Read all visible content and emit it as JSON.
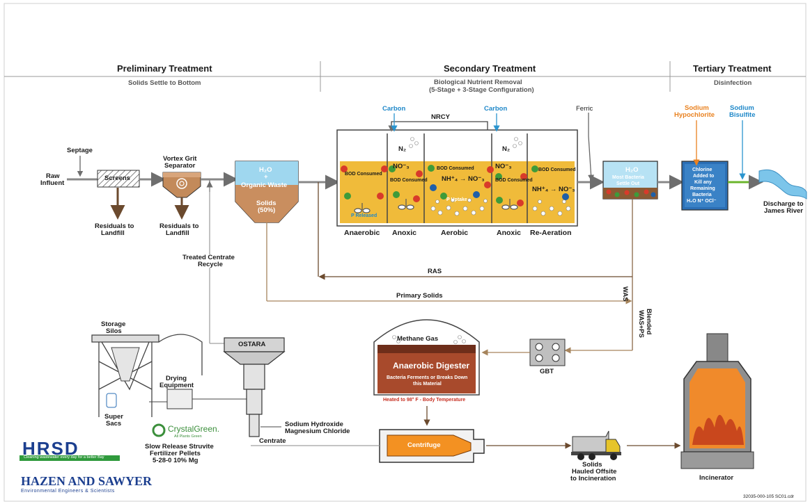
{
  "sections": {
    "preliminary": {
      "title": "Preliminary Treatment",
      "subtitle": "Solids Settle to Bottom"
    },
    "secondary": {
      "title": "Secondary Treatment",
      "subtitle_l1": "Biological Nutrient Removal",
      "subtitle_l2": "(5-Stage + 3-Stage Configuration)"
    },
    "tertiary": {
      "title": "Tertiary Treatment",
      "subtitle": "Disinfection"
    }
  },
  "labels": {
    "septage": "Septage",
    "raw_l1": "Raw",
    "raw_l2": "Influent",
    "screens": "Screens",
    "vortex_l1": "Vortex Grit",
    "vortex_l2": "Separator",
    "resid1_l1": "Residuals to",
    "resid1_l2": "Landfill",
    "resid2_l1": "Residuals to",
    "resid2_l2": "Landfill",
    "h2o": "H₂O",
    "plus": "+",
    "organic": "Organic Waste",
    "solids": "Solids",
    "solids_pct": "(50%)",
    "treated_l1": "Treated Centrate",
    "treated_l2": "Recycle",
    "carbon1": "Carbon",
    "carbon2": "Carbon",
    "nrcy": "NRCY",
    "ferric": "Ferric",
    "zone1": "Anaerobic",
    "zone2": "Anoxic",
    "zone3": "Aerobic",
    "zone4": "Anoxic",
    "zone5": "Re-Aeration",
    "bod_consumed": "BOD Consumed",
    "nh4_no3": "NH⁺₄ → NO⁻₃",
    "no3": "NO⁻₃",
    "n2": "N₂",
    "p_released": "P Released",
    "p_uptake": "P Uptake",
    "clar_h2o": "H₂O",
    "clar_l1": "Most Bacteria",
    "clar_l2": "Settle Out",
    "hypo_l1": "Sodium",
    "hypo_l2": "Hypochlorite",
    "bisulf_l1": "Sodium",
    "bisulf_l2": "Bisulfite",
    "chlor_l1": "Chlorine",
    "chlor_l2": "Added to",
    "chlor_l3": "Kill any",
    "chlor_l4": "Remaining",
    "chlor_l5": "Bacteria",
    "chlor_l6": "H₂O  N⁺ OCl⁻",
    "discharge_l1": "Discharge to",
    "discharge_l2": "James River",
    "ras": "RAS",
    "primary_solids": "Primary Solids",
    "was": "WAS",
    "blended_l1": "Blended",
    "blended_l2": "WAS+PS",
    "storage_l1": "Storage",
    "storage_l2": "Silos",
    "drying_l1": "Drying",
    "drying_l2": "Equipment",
    "super_l1": "Super",
    "super_l2": "Sacs",
    "ostara": "OSTARA",
    "methane": "Methane Gas",
    "digester": "Anaerobic Digester",
    "dig_sub_l1": "Bacteria Ferments or Breaks Down",
    "dig_sub_l2": "this Material",
    "heated": "Heated to 98° F - Body Temperature",
    "gbt": "GBT",
    "naoh": "Sodium Hydroxide",
    "mgcl": "Magnesium Chloride",
    "centrate": "Centrate",
    "centrifuge": "Centrifuge",
    "hauled_l1": "Solids",
    "hauled_l2": "Hauled Offsite",
    "hauled_l3": "to Incineration",
    "incinerator": "Incinerator",
    "crystal": "CrystalGreen.",
    "crystal_tag": "All Plants Green",
    "slow_l1": "Slow Release Struvite",
    "slow_l2": "Fertilizer Pellets",
    "slow_l3": "5-28-0 10% Mg",
    "hrsd": "HRSD",
    "hrsd_tag": "Cleaning wastewater every day for a better Bay",
    "hazen": "HAZEN AND SAWYER",
    "hazen_tag": "Environmental Engineers & Scientists",
    "file_code": "32035-000-105 SC01.cdr"
  },
  "colors": {
    "line": "#7a7a7a",
    "solids_brown": "#b07548",
    "tan": "#c8aa82",
    "water_blue": "#8ed3ef",
    "digester_brown": "#a84a2c",
    "orange": "#f39122",
    "green_line": "#6bb52c",
    "navy": "#1c3f8f"
  }
}
